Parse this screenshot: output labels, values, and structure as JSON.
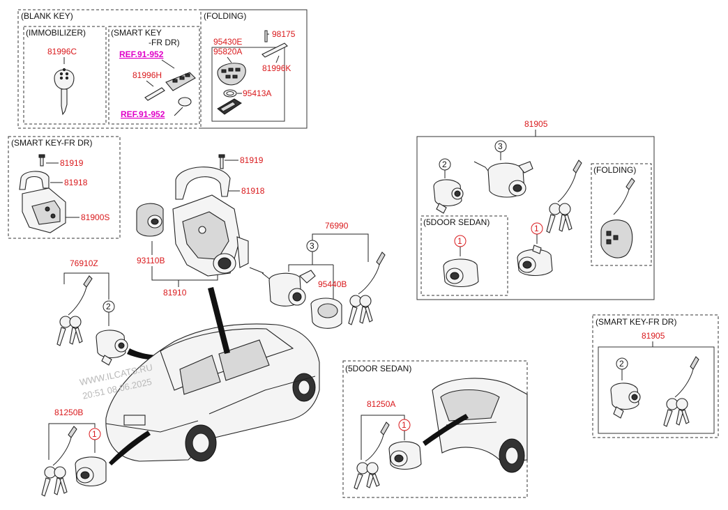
{
  "sections": {
    "blank_key": "(BLANK KEY)",
    "immobilizer": "(IMMOBILIZER)",
    "smart_key_1": "(SMART KEY",
    "smart_key_2": "-FR DR)",
    "folding_top": "(FOLDING)",
    "smart_key_fr_dr_left": "(SMART KEY-FR DR)",
    "folding_right": "(FOLDING)",
    "five_door_sedan_right": "(5DOOR SEDAN)",
    "smart_key_fr_dr_right": "(SMART KEY-FR DR)",
    "five_door_sedan_bottom": "(5DOOR SEDAN)"
  },
  "parts": {
    "p81996C": "81996C",
    "ref1": "REF.91-952",
    "p81996H": "81996H",
    "ref2": "REF.91-952",
    "p95430E": "95430E",
    "p95820A": "95820A",
    "p98175": "98175",
    "p81996K": "81996K",
    "p95413A": "95413A",
    "p81919_left": "81919",
    "p81918_left": "81918",
    "p81900S": "81900S",
    "p81919": "81919",
    "p81918": "81918",
    "p93110B": "93110B",
    "p81910": "81910",
    "p76990": "76990",
    "p95440B": "95440B",
    "p76910Z": "76910Z",
    "p81250B": "81250B",
    "p81905_top": "81905",
    "p81905_right": "81905",
    "p81250A": "81250A"
  },
  "callouts": {
    "c3_76990": "3",
    "c2_76910Z": "2",
    "c1_81250B": "1",
    "c2_81905": "2",
    "c3_81905": "3",
    "c1_81905_sedan": "1",
    "c1_81905": "1",
    "c2_81905_right": "2",
    "c1_81250A": "1"
  },
  "watermark": {
    "line1": "WWW.ILCATS.RU",
    "line2": "20:51 08.06.2025"
  },
  "colors": {
    "label": "#d9181b",
    "reference": "#e000c8",
    "line": "#222222"
  }
}
